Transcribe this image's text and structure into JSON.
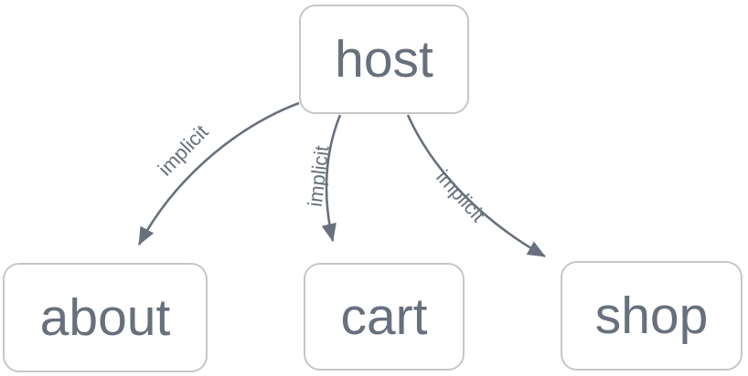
{
  "diagram": {
    "type": "directed-graph",
    "background_color": "#ffffff",
    "node_border_color": "#c6c6c6",
    "node_fill_color": "#ffffff",
    "text_color": "#68707d",
    "edge_color": "#68707d",
    "nodes": [
      {
        "id": "host",
        "label": "host"
      },
      {
        "id": "about",
        "label": "about"
      },
      {
        "id": "cart",
        "label": "cart"
      },
      {
        "id": "shop",
        "label": "shop"
      }
    ],
    "edges": [
      {
        "id": "host-about",
        "from": "host",
        "to": "about",
        "label": "implicit"
      },
      {
        "id": "host-cart",
        "from": "host",
        "to": "cart",
        "label": "implicit"
      },
      {
        "id": "host-shop",
        "from": "host",
        "to": "shop",
        "label": "implicit"
      }
    ]
  }
}
